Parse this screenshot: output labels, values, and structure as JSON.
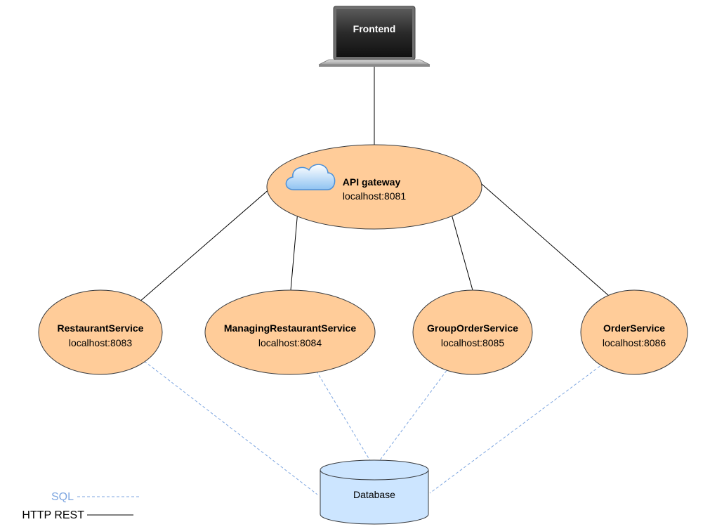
{
  "diagram": {
    "frontend": {
      "label": "Frontend"
    },
    "gateway": {
      "name": "API gateway",
      "address": "localhost:8081"
    },
    "services": [
      {
        "name": "RestaurantService",
        "address": "localhost:8083"
      },
      {
        "name": "ManagingRestaurantService",
        "address": "localhost:8084"
      },
      {
        "name": "GroupOrderService",
        "address": "localhost:8085"
      },
      {
        "name": "OrderService",
        "address": "localhost:8086"
      }
    ],
    "database": {
      "label": "Database"
    },
    "legend": {
      "sql_label": "SQL",
      "http_label": "HTTP REST"
    },
    "colors": {
      "node_fill": "#ffcc99",
      "node_stroke": "#36393d",
      "db_fill": "#cce5ff",
      "db_stroke": "#36393d",
      "sql_line": "#7ea6e0",
      "http_line": "#000000",
      "sql_text": "#7ea6e0"
    },
    "icons": [
      "laptop-icon",
      "cloud-icon",
      "database-icon"
    ]
  }
}
